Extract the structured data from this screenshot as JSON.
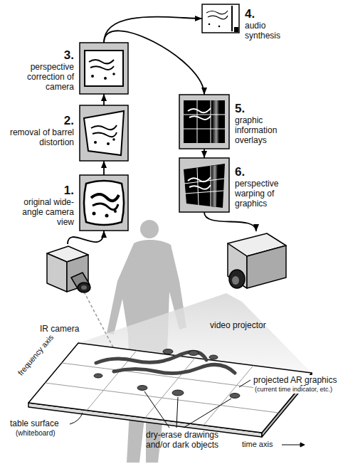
{
  "diagram": {
    "nodes": [
      {
        "text": [
          "1.",
          "original wide-angle camera view"
        ]
      },
      {
        "text": [
          "2.",
          "removal of barrel distortion"
        ]
      },
      {
        "text": [
          "3.",
          "perspective correction of camera"
        ]
      },
      {
        "text": [
          "4.",
          "audio synthesis"
        ]
      },
      {
        "text": [
          "5.",
          "graphic information overlays"
        ]
      },
      {
        "text": [
          "6.",
          "perspective warping of graphics"
        ]
      },
      {
        "text": [
          "IR camera"
        ]
      },
      {
        "text": [
          "video projector"
        ]
      }
    ],
    "edges": [
      {
        "from": 6,
        "to": 0,
        "arrow": "to"
      },
      {
        "from": 0,
        "to": 1,
        "arrow": "to"
      },
      {
        "from": 1,
        "to": 2,
        "arrow": "to"
      },
      {
        "from": 2,
        "to": 3,
        "arrow": "to"
      },
      {
        "from": 2,
        "to": 4,
        "arrow": "to"
      },
      {
        "from": 4,
        "to": 5,
        "arrow": "to"
      },
      {
        "from": 5,
        "to": 7,
        "arrow": "to"
      }
    ],
    "labels": [
      "frequency axis",
      "table surface",
      "(whiteboard)",
      "time axis",
      "projected AR graphics",
      "(current time indicator, etc.)",
      "dry-erase drawings and/or dark objects"
    ]
  }
}
